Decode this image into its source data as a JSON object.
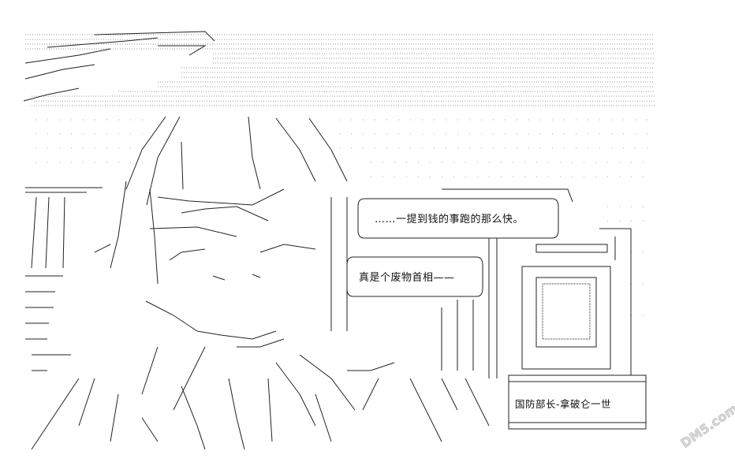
{
  "bubbles": {
    "speech1": "……一提到钱的事跑的那么快。",
    "speech2": "真是个废物首相——",
    "caption": "国防部长-拿破仑一世"
  },
  "watermark": "DM5.com",
  "colors": {
    "ink": "#222222",
    "dots": "#888888",
    "watermark": "#cfcfcf"
  }
}
